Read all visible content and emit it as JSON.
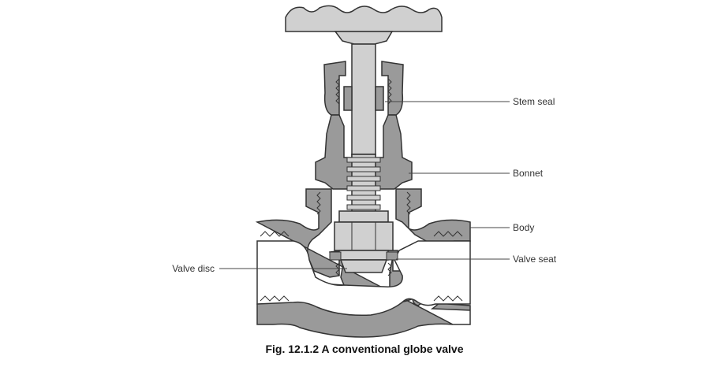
{
  "figure": {
    "caption": "Fig. 12.1.2  A conventional globe valve",
    "labels": {
      "stem_seal": "Stem seal",
      "bonnet": "Bonnet",
      "body": "Body",
      "valve_seat": "Valve seat",
      "valve_disc": "Valve disc"
    }
  },
  "colors": {
    "metal": "#9a9a9a",
    "metal_light": "#d0d0d0",
    "outline": "#333333",
    "background": "#ffffff"
  }
}
